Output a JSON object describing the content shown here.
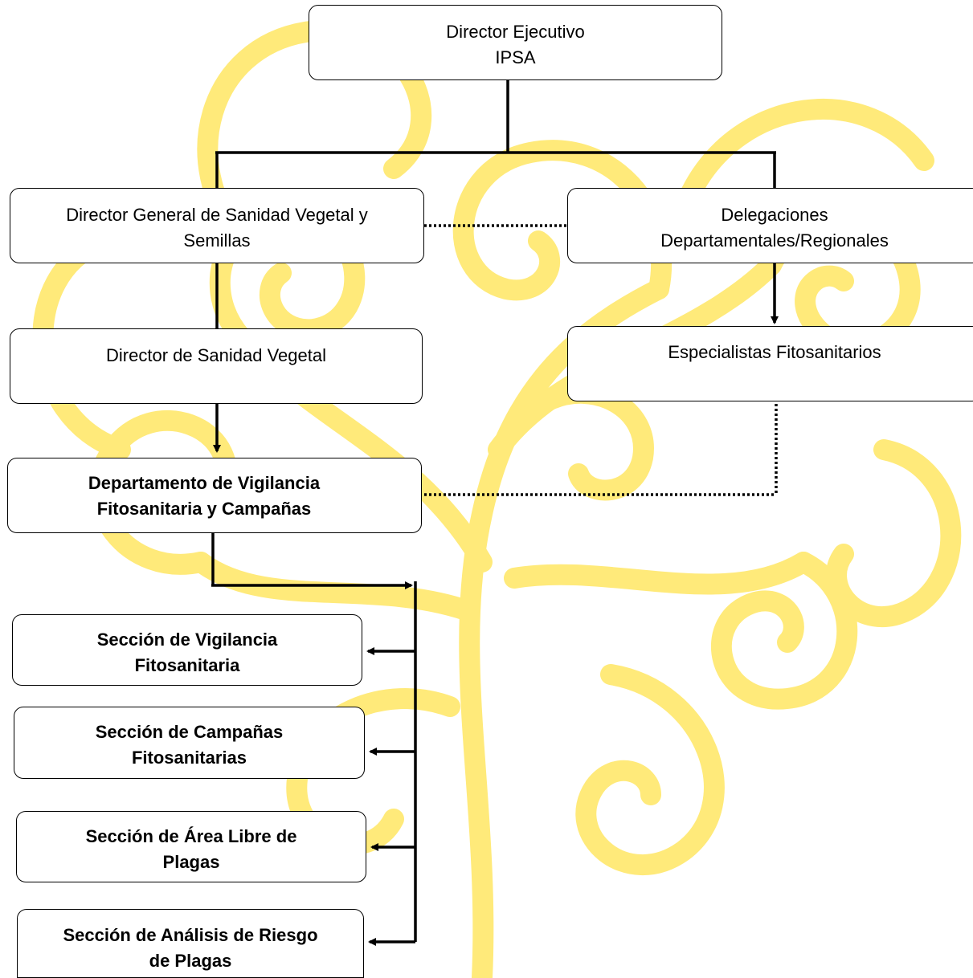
{
  "chart": {
    "nodes": {
      "director_ejecutivo": [
        "Director Ejecutivo",
        "IPSA"
      ],
      "director_general": [
        "Director General de Sanidad Vegetal y",
        "Semillas"
      ],
      "delegaciones": [
        "Delegaciones",
        "Departamentales/Regionales"
      ],
      "director_sanidad": [
        "Director de Sanidad Vegetal"
      ],
      "especialistas": [
        "Especialistas Fitosanitarios"
      ],
      "departamento": [
        "Departamento de Vigilancia",
        "Fitosanitaria y Campañas"
      ],
      "seccion_vigilancia": [
        "Sección de Vigilancia",
        "Fitosanitaria"
      ],
      "seccion_campanas": [
        "Sección de Campañas",
        "Fitosanitarias"
      ],
      "seccion_area_libre": [
        "Sección de Área Libre de",
        "Plagas"
      ],
      "seccion_analisis": [
        "Sección de Análisis de Riesgo",
        "de Plagas"
      ]
    }
  },
  "colors": {
    "background_motif": "#FFEA7A",
    "line": "#000000",
    "box_fill": "#FFFFFF",
    "text": "#000000"
  }
}
